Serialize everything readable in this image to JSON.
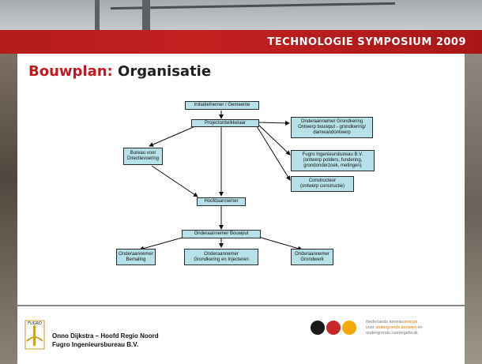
{
  "banner": {
    "title": "TECHNOLOGIE SYMPOSIUM 2009"
  },
  "slide": {
    "title_accent": "Bouwplan:",
    "title_rest": " Organisatie"
  },
  "diagram": {
    "nodes": {
      "initiatiefnemer": "Initiatiefnemer / Gemeente",
      "projectontwikkelaar": "Projectontwikkelaar",
      "bureau": "Bureau voor\nDirectievoering",
      "grondkering_ontwerp": "Onderaannemer Grondkering\nOntwerp bouwput - grondkering/\ndamwandontwerp",
      "fugro": "Fugro Ingenieursbureau B.V.\n(ontwerp polders, fundering,\ngrondonderzoek, metingen)",
      "constructeur": "Constructeur\n(ontwerp constructie)",
      "hoofdaannemer": "Hoofdaannemer",
      "bouwput": "Onderaannemer Bouwput",
      "bemaling": "Onderaannemer\nBemaling",
      "grondkering_injecteren": "Onderaannemer\nGrondkering en Injecteren",
      "grondwerk": "Onderaannemer\nGrondwerk"
    }
  },
  "footer": {
    "presenter_line1": "Onno Dijkstra – Hoofd Regio Noord",
    "presenter_line2": "Fugro Ingenieursbureau B.V.",
    "fugro_logo_text": "FUGRO",
    "cob_line1_a": "Nederlands kennis",
    "cob_line1_b": "centrum",
    "cob_line2_a": "voor ",
    "cob_line2_b": "ondergronds bouwen",
    "cob_line2_c": " en",
    "cob_line3": "ondergronds ruimtegebruik"
  },
  "colors": {
    "accent": "#c0191f",
    "node_fill": "#b7e1e8",
    "banner_red": "#b31b1b"
  }
}
